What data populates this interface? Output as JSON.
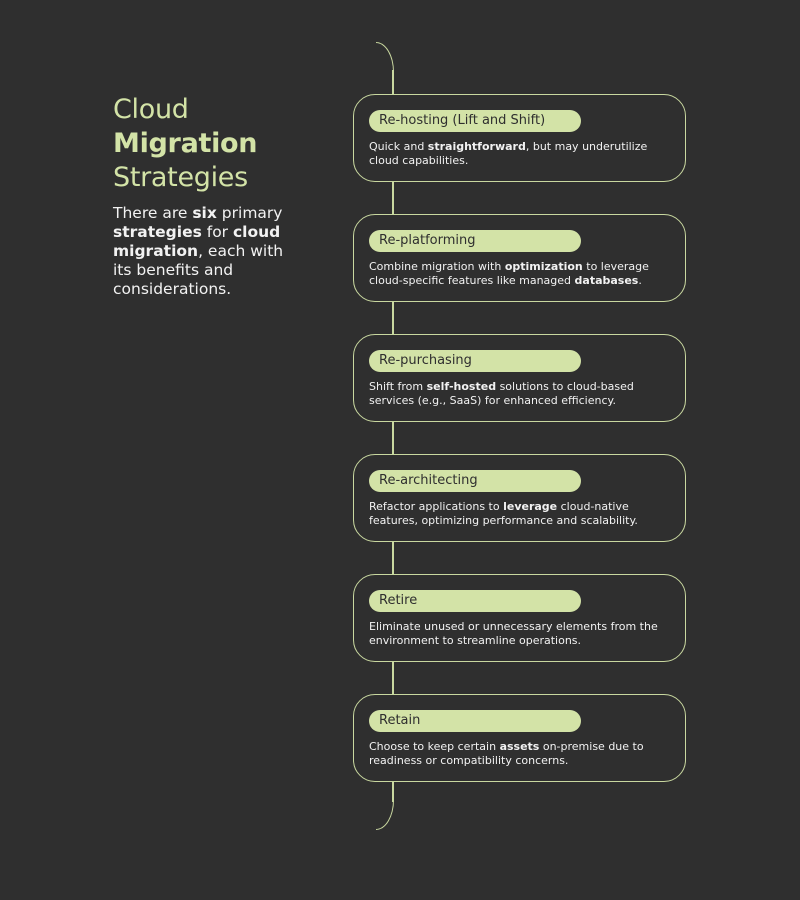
{
  "header": {
    "title_line1": "Cloud",
    "title_line2": "Migration",
    "title_line3": "Strategies"
  },
  "intro": {
    "parts": [
      {
        "text": "There are ",
        "bold": false
      },
      {
        "text": "six",
        "bold": true
      },
      {
        "text": " primary ",
        "bold": false
      },
      {
        "text": "strategies",
        "bold": true
      },
      {
        "text": " for ",
        "bold": false
      },
      {
        "text": "cloud migration",
        "bold": true
      },
      {
        "text": ", each with its benefits and considerations.",
        "bold": false
      }
    ]
  },
  "colors": {
    "background": "#2f2f2f",
    "accent": "#d3e3a7",
    "line": "#c9d8a0",
    "text": "#f2f2f2"
  },
  "strategies": [
    {
      "label": "Re-hosting (Lift and Shift)",
      "description": [
        {
          "text": "Quick and ",
          "bold": false
        },
        {
          "text": "straightforward",
          "bold": true
        },
        {
          "text": ", but may underutilize cloud capabilities.",
          "bold": false
        }
      ]
    },
    {
      "label": "Re-platforming",
      "description": [
        {
          "text": "Combine migration with ",
          "bold": false
        },
        {
          "text": "optimization",
          "bold": true
        },
        {
          "text": " to leverage cloud-specific features like managed ",
          "bold": false
        },
        {
          "text": "databases",
          "bold": true
        },
        {
          "text": ".",
          "bold": false
        }
      ]
    },
    {
      "label": "Re-purchasing",
      "description": [
        {
          "text": "Shift from ",
          "bold": false
        },
        {
          "text": "self-hosted",
          "bold": true
        },
        {
          "text": " solutions to cloud-based services (e.g., SaaS) for enhanced efficiency.",
          "bold": false
        }
      ]
    },
    {
      "label": "Re-architecting",
      "description": [
        {
          "text": "Refactor applications to ",
          "bold": false
        },
        {
          "text": "leverage",
          "bold": true
        },
        {
          "text": " cloud-native features, optimizing performance and scalability.",
          "bold": false
        }
      ]
    },
    {
      "label": "Retire",
      "description": [
        {
          "text": "Eliminate unused or unnecessary elements from the environment to streamline operations.",
          "bold": false
        }
      ]
    },
    {
      "label": "Retain",
      "description": [
        {
          "text": "Choose to keep certain ",
          "bold": false
        },
        {
          "text": "assets",
          "bold": true
        },
        {
          "text": " on-premise due to readiness or compatibility concerns.",
          "bold": false
        }
      ]
    }
  ]
}
